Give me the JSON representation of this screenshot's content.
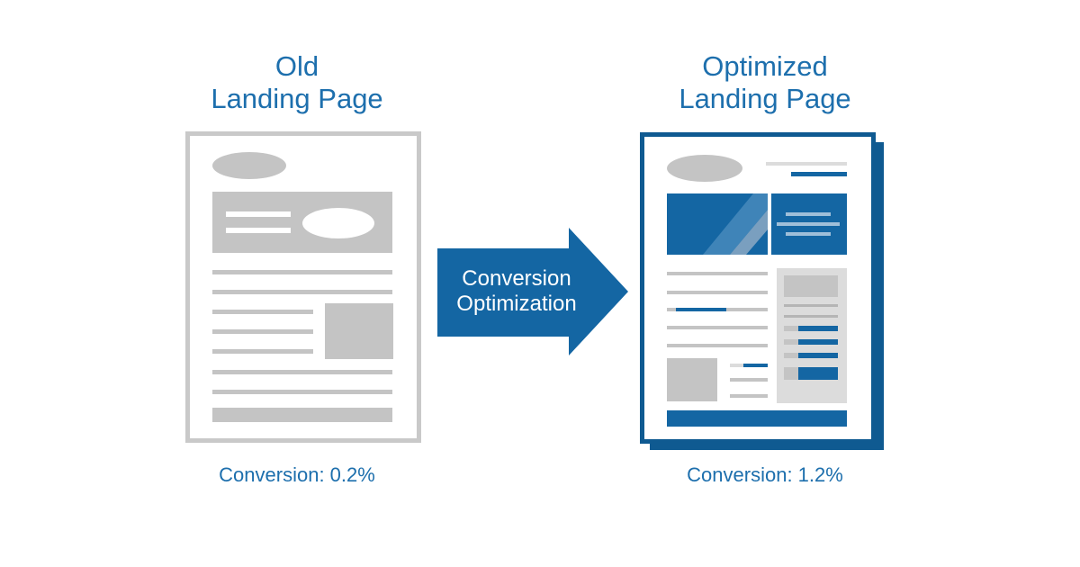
{
  "old": {
    "title_line1": "Old",
    "title_line2": "Landing Page",
    "conversion": "Conversion: 0.2%"
  },
  "optimized": {
    "title_line1": "Optimized",
    "title_line2": "Landing Page",
    "conversion": "Conversion: 1.2%"
  },
  "arrow": {
    "line1": "Conversion",
    "line2": "Optimization"
  },
  "colors": {
    "accent_blue": "#1d6fad",
    "dark_blue": "#0f5a91",
    "gray": "#c4c4c4"
  }
}
